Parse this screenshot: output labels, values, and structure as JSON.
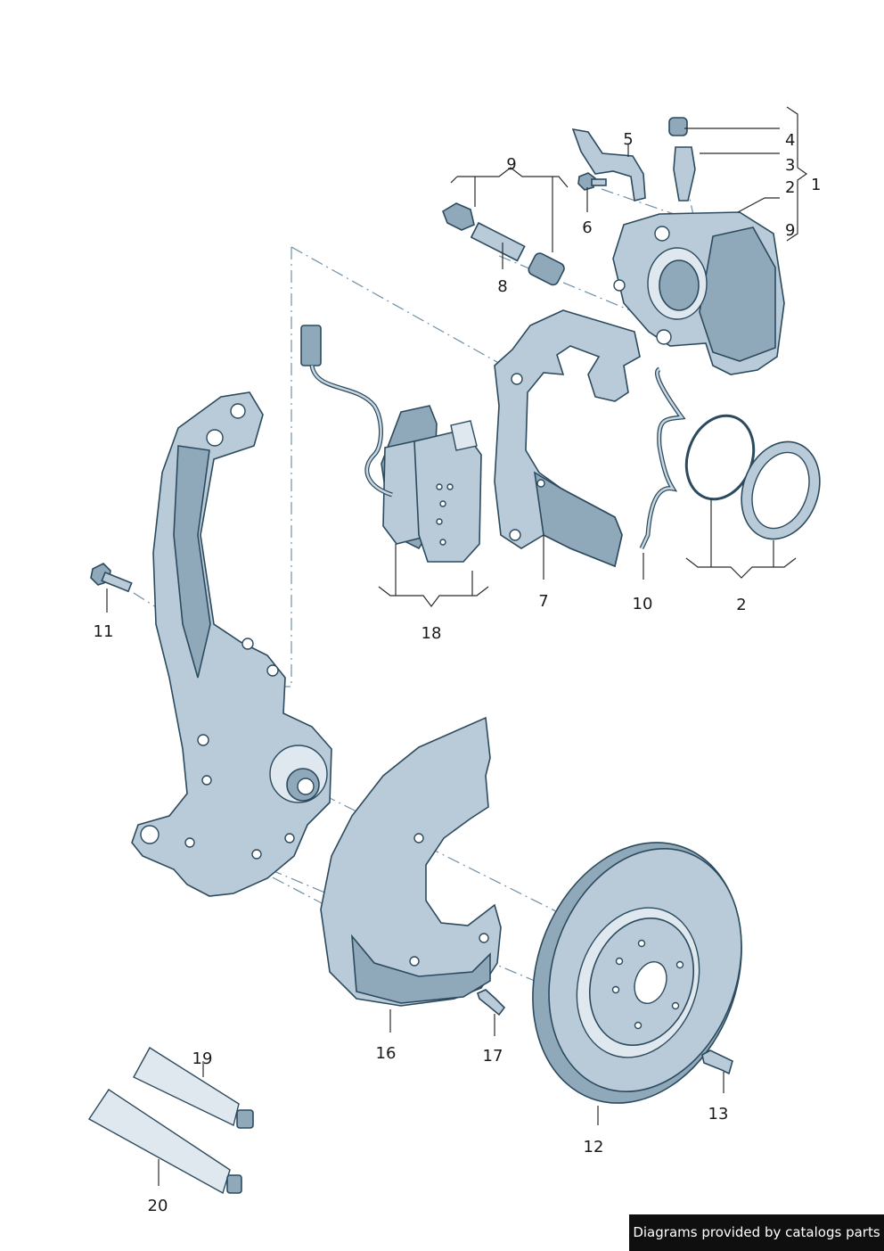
{
  "callouts": {
    "c1": "1",
    "c2a": "2",
    "c2b": "2",
    "c3": "3",
    "c4": "4",
    "c5": "5",
    "c6": "6",
    "c7": "7",
    "c8": "8",
    "c9a": "9",
    "c9b": "9",
    "c10": "10",
    "c11": "11",
    "c12": "12",
    "c13": "13",
    "c16": "16",
    "c17": "17",
    "c18": "18",
    "c19": "19",
    "c20": "20"
  },
  "footer": {
    "text": "Diagrams provided by catalogs parts"
  },
  "colors": {
    "part_fill": "#b9cbd8",
    "part_outline": "#2c4a5e",
    "dash_line": "#6f8fa6",
    "footer_bg": "#0f0f0f"
  }
}
